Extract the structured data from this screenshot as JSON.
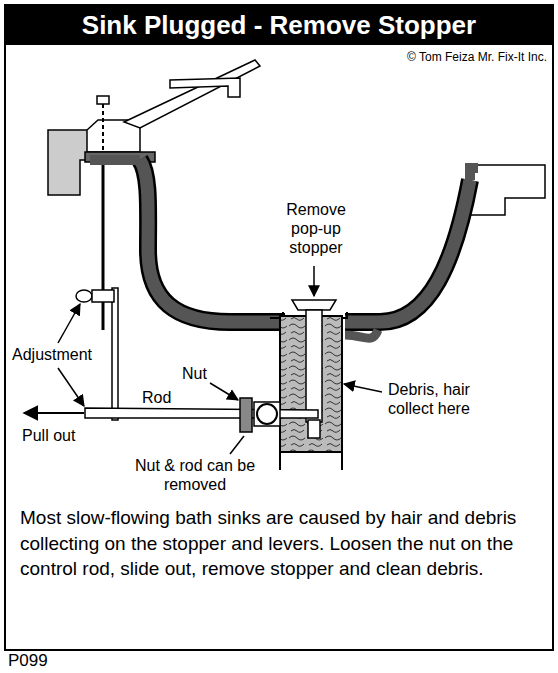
{
  "diagram": {
    "title": "Sink Plugged - Remove Stopper",
    "caption": "Most slow-flowing bath sinks are caused by hair and debris collecting on the stopper and levers. Loosen the nut on the control rod, slide out, remove stopper and clean debris.",
    "labels": [
      "© Tom Feiza Mr. Fix-It Inc.",
      "Remove pop-up stopper",
      "Debris, hair collect here",
      "Adjustment",
      "Nut",
      "Rod",
      "Pull out",
      "Nut & rod can be removed",
      "P099"
    ]
  }
}
